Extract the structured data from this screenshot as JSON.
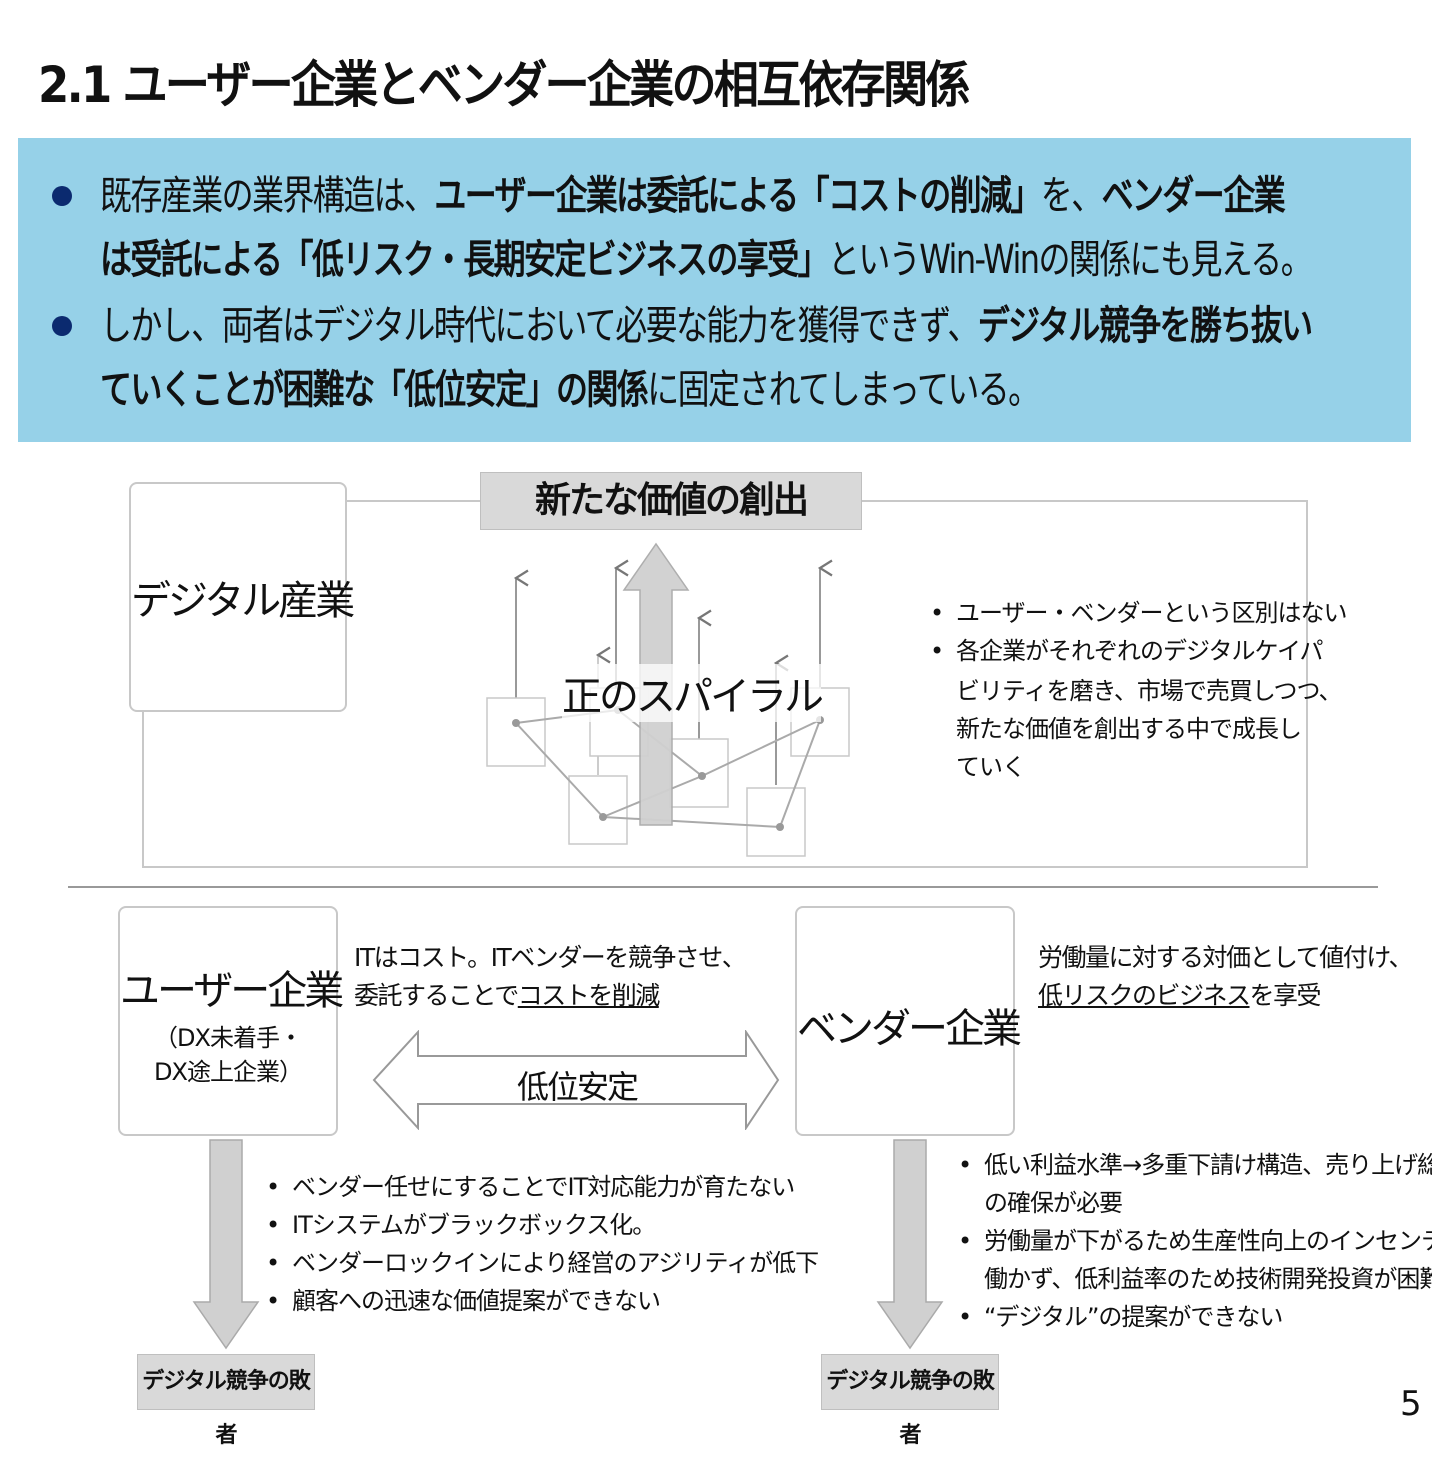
{
  "title": "2.1 ユーザー企業とベンダー企業の相互依存関係",
  "summary": {
    "line1": {
      "a": "既存産業の業界構造は、",
      "b": "ユーザー企業は委託による「コストの削減」",
      "c": "を、",
      "d": "ベンダー企業"
    },
    "line2": {
      "a": "は受託による「低リスク・長期安定ビジネスの享受」",
      "b": "というWin-Winの関係にも見える。"
    },
    "line3": {
      "a": "しかし、両者はデジタル時代において必要な能力を獲得できず、",
      "b": "デジタル競争を勝ち抜い"
    },
    "line4": {
      "a": "ていくことが困難な「低位安定」の関係",
      "b": "に固定されてしまっている。"
    }
  },
  "top_diagram": {
    "header": "新たな価値の創出",
    "industry_label": "デジタル産業",
    "spiral_label": "正のスパイラル",
    "bullets": [
      "ユーザー・ベンダーという区別はない",
      "各企業がそれぞれのデジタルケイパ",
      "ビリティを磨き、市場で売買しつつ、",
      "新たな価値を創出する中で成長し",
      "ていく"
    ],
    "bullet_mark": "•"
  },
  "user_side": {
    "title": "ユーザー企業",
    "sub1": "（DX未着手・",
    "sub2": "DX途上企業）",
    "desc1": "ITはコスト。ITベンダーを競争させ、",
    "desc2a": "委託することで",
    "desc2b": "コストを削減",
    "bullets": [
      "ベンダー任せにすることでIT対応能力が育たない",
      "ITシステムがブラックボックス化。",
      "ベンダーロックインにより経営のアジリティが低下",
      "顧客への迅速な価値提案ができない"
    ],
    "loser": "デジタル競争の敗者"
  },
  "middle": {
    "arrow_label": "低位安定"
  },
  "vendor_side": {
    "title": "ベンダー企業",
    "desc1": "労働量に対する対価として値付け、",
    "desc2a": "低リスクのビジネス",
    "desc2b": "を享受",
    "bullets": [
      "低い利益水準→多重下請け構造、売り上げ総量",
      "の確保が必要",
      "労働量が下がるため生産性向上のインセンティブ",
      "働かず、低利益率のため技術開発投資が困難",
      "“デジタル”の提案ができない"
    ],
    "loser": "デジタル競争の敗者"
  },
  "page_number": "5",
  "colors": {
    "summary_bg": "#96d1e8",
    "bullet_dot": "#0b2a6f",
    "grey_box": "#d9d9d9",
    "arrow_fill": "#d0d0d0"
  }
}
